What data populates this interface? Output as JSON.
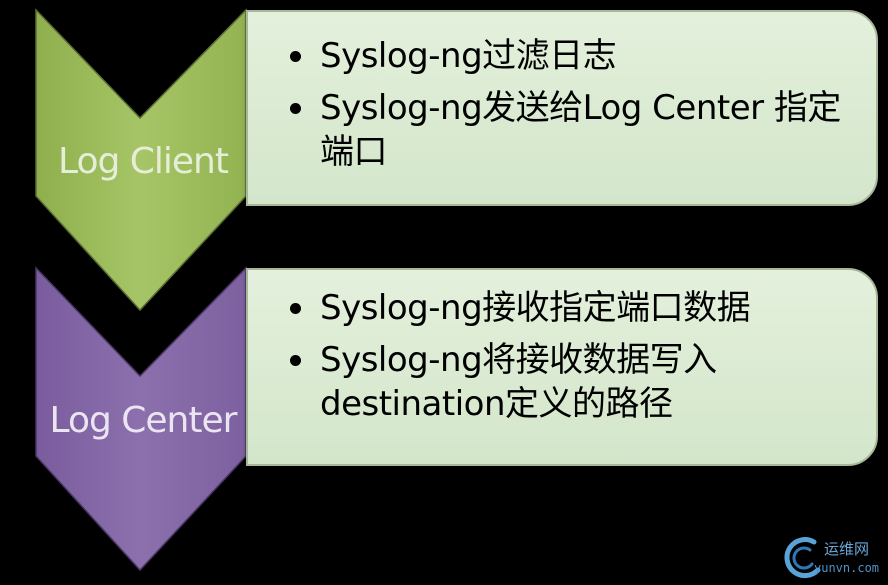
{
  "stages": [
    {
      "label": "Log Client",
      "color": "#9bbb59",
      "bullets": [
        "Syslog-ng过滤日志",
        "Syslog-ng发送给Log Center 指定端口"
      ]
    },
    {
      "label": "Log Center",
      "color": "#8064a2",
      "bullets": [
        "Syslog-ng接收指定端口数据",
        "Syslog-ng将接收数据写入destination定义的路径"
      ]
    }
  ],
  "watermark": {
    "text_cn": "运维网",
    "text_url": "yunvn.com"
  },
  "colors": {
    "background": "#000000",
    "box_fill": "#d8ead0",
    "label_text": "#dfe8d4"
  }
}
